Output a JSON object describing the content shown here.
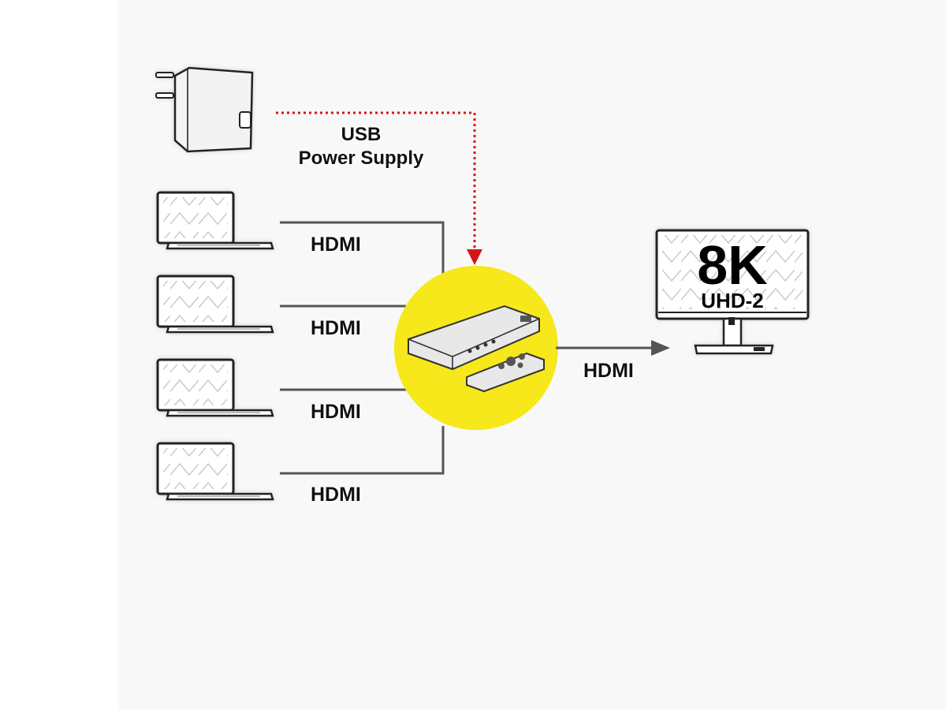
{
  "power": {
    "label_line1": "USB",
    "label_line2": "Power Supply",
    "line_color": "#d4161b"
  },
  "inputs": [
    {
      "label": "HDMI"
    },
    {
      "label": "HDMI"
    },
    {
      "label": "HDMI"
    },
    {
      "label": "HDMI"
    }
  ],
  "output": {
    "label": "HDMI"
  },
  "monitor": {
    "big": "8K",
    "small": "UHD-2"
  },
  "colors": {
    "switch_circle": "#f6e81a",
    "lines": "#555555"
  }
}
